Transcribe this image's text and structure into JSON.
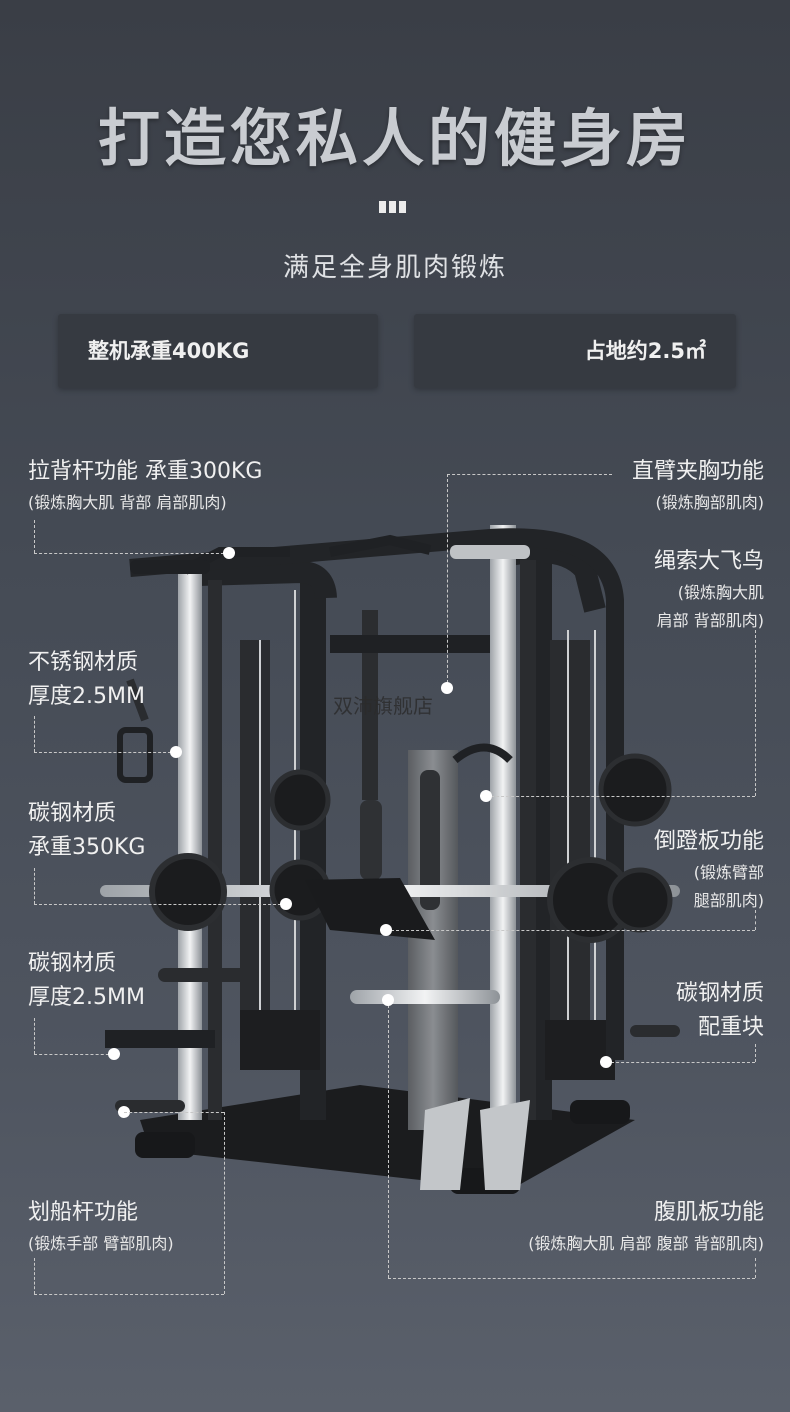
{
  "header": {
    "title": "打造您私人的健身房",
    "subtitle": "满足全身肌肉锻炼"
  },
  "specs": {
    "load": "整机承重400KG",
    "area": "占地约2.5㎡"
  },
  "watermark": "双沛旗舰店",
  "features": {
    "pullup": {
      "main": "拉背杆功能  承重300KG",
      "sub": "(锻炼胸大肌 背部 肩部肌肉)"
    },
    "stainless": {
      "line1": "不锈钢材质",
      "line2": "厚度2.5MM"
    },
    "carbon_load": {
      "line1": "碳钢材质",
      "line2": "承重350KG"
    },
    "carbon_thick": {
      "line1": "碳钢材质",
      "line2": "厚度2.5MM"
    },
    "rowing": {
      "main": "划船杆功能",
      "sub": "(锻炼手部 臂部肌肉)"
    },
    "straight_arm": {
      "main": "直臂夹胸功能",
      "sub": "(锻炼胸部肌肉)"
    },
    "cable_fly": {
      "main": "绳索大飞鸟",
      "sub1": "(锻炼胸大肌",
      "sub2": "肩部 背部肌肉)"
    },
    "kickboard": {
      "main": "倒蹬板功能",
      "sub1": "(锻炼臂部",
      "sub2": "腿部肌肉)"
    },
    "counterweight": {
      "line1": "碳钢材质",
      "line2": "配重块"
    },
    "abs_board": {
      "main": "腹肌板功能",
      "sub": "(锻炼胸大肌 肩部 腹部 背部肌肉)"
    }
  },
  "colors": {
    "background_top": "#3a3e46",
    "background_bottom": "#5a606b",
    "title": "#c9ccd1",
    "card": "#363a41",
    "frame": "#1f2124",
    "chrome": "#d9dcdf"
  },
  "image": {
    "subject": "gym-machine"
  }
}
